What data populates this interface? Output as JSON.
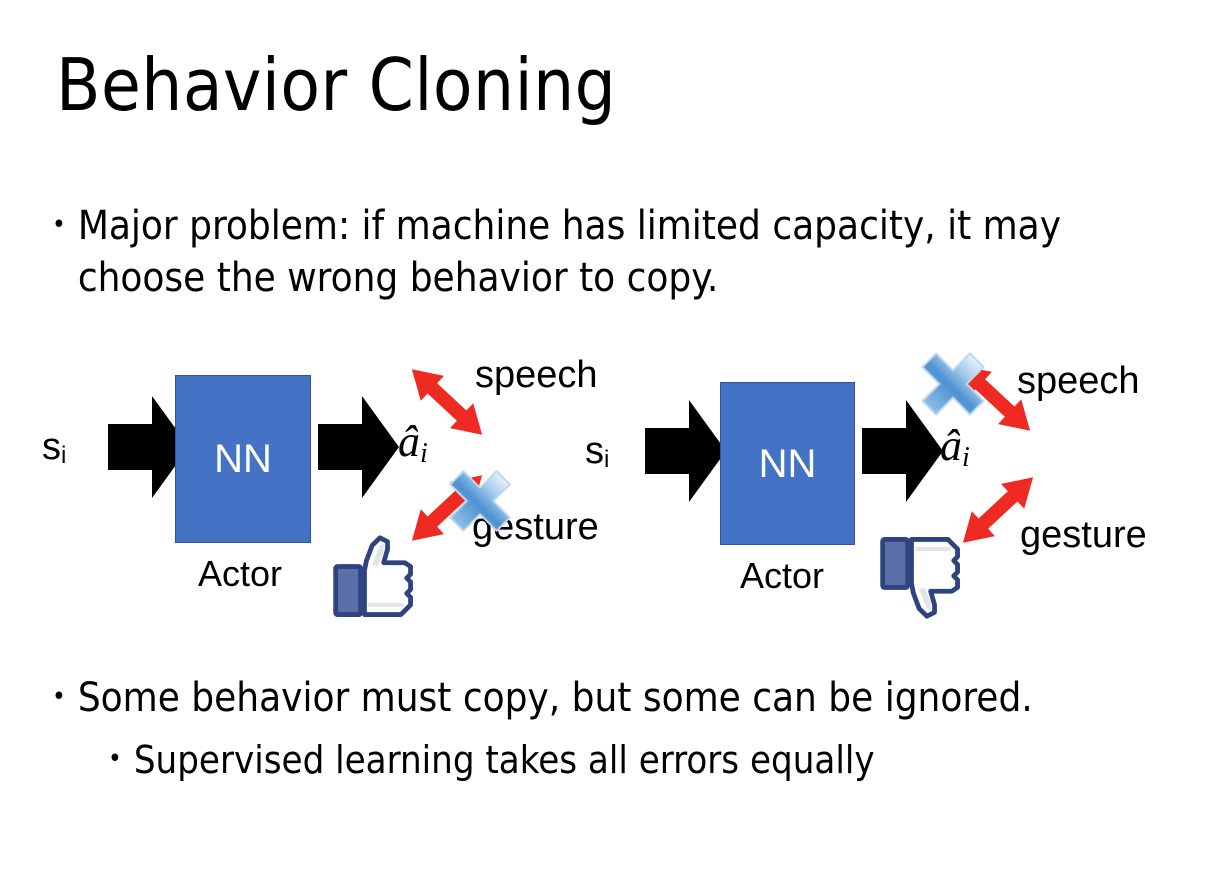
{
  "slide": {
    "title": "Behavior Cloning",
    "background_color": "#FFFFFF"
  },
  "bullets": {
    "top": {
      "marker": "•",
      "text": "Major problem: if machine has limited capacity, it may choose the wrong behavior to copy."
    },
    "bottom_level1": {
      "marker": "•",
      "text": "Some behavior must copy, but some can be ignored."
    },
    "bottom_level2": {
      "marker": "•",
      "text": "Supervised learning takes all errors equally"
    }
  },
  "colors": {
    "nn_box_fill": "#4472C4",
    "nn_box_border": "#2F5597",
    "nn_text": "#FFFFFF",
    "arrow_black": "#000000",
    "arrow_red": "#EE2A22",
    "cross_blue_light": "#CFE3F7",
    "cross_blue_mid": "#6BA4DE",
    "cross_blue_dark": "#2E74B5",
    "thumb_outline": "#3B5998",
    "thumb_fill": "#FFFFFF",
    "thumb_cuff": "#5B6FA8",
    "text_black": "#000000"
  },
  "diagrams": [
    {
      "id": "left",
      "state_label": "s",
      "state_subscript": "i",
      "nn_label": "NN",
      "nn_caption": "Actor",
      "action_label": "â",
      "action_subscript": "i",
      "branches": [
        {
          "name": "speech",
          "label": "speech",
          "direction": "up-right",
          "crossed": false
        },
        {
          "name": "gesture",
          "label": "gesture",
          "direction": "down-right",
          "crossed": true
        }
      ],
      "feedback_icon": "thumbs-up",
      "crossed_branch": "gesture"
    },
    {
      "id": "right",
      "state_label": "s",
      "state_subscript": "i",
      "nn_label": "NN",
      "nn_caption": "Actor",
      "action_label": "â",
      "action_subscript": "i",
      "branches": [
        {
          "name": "speech",
          "label": "speech",
          "direction": "up-right",
          "crossed": true
        },
        {
          "name": "gesture",
          "label": "gesture",
          "direction": "down-right",
          "crossed": false
        }
      ],
      "feedback_icon": "thumbs-down",
      "crossed_branch": "speech"
    }
  ]
}
